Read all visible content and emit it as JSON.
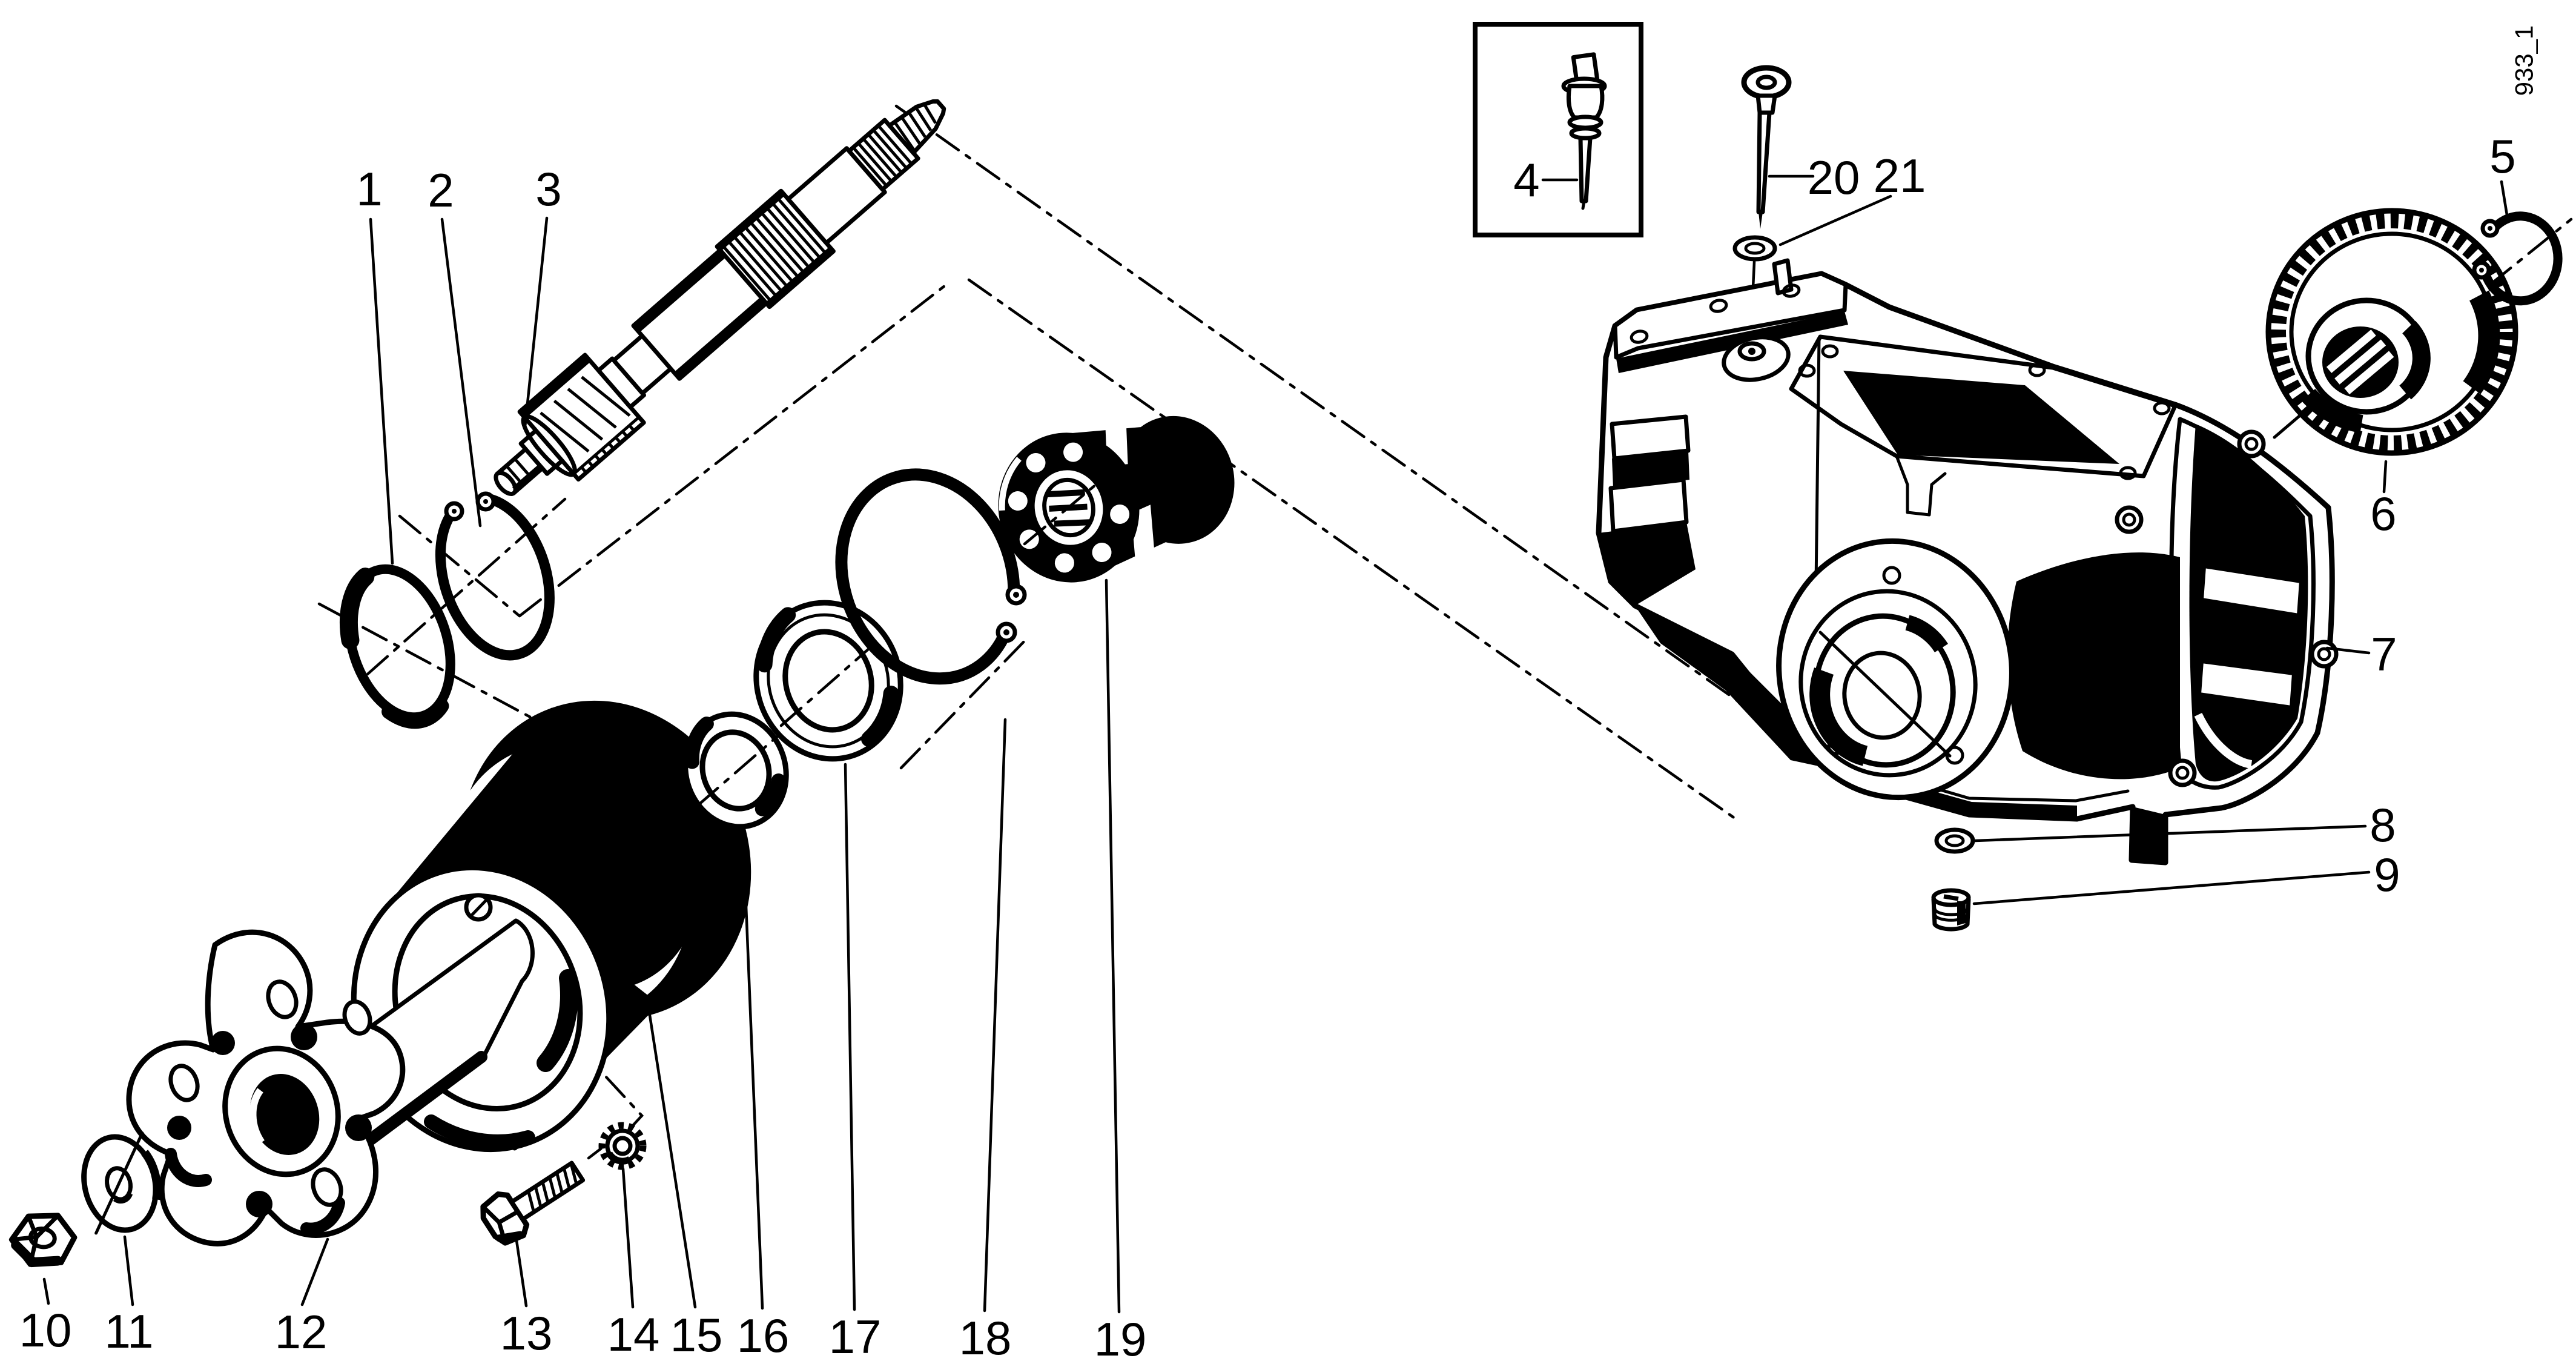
{
  "drawing": {
    "code": "933_1",
    "ink_color": "#000000",
    "paper_color": "#ffffff"
  },
  "callouts": {
    "c1": {
      "label": "1"
    },
    "c2": {
      "label": "2"
    },
    "c3": {
      "label": "3"
    },
    "c4": {
      "label": "4"
    },
    "c5": {
      "label": "5"
    },
    "c6": {
      "label": "6"
    },
    "c7": {
      "label": "7"
    },
    "c8": {
      "label": "8"
    },
    "c9": {
      "label": "9"
    },
    "c10": {
      "label": "10"
    },
    "c11": {
      "label": "11"
    },
    "c12": {
      "label": "12"
    },
    "c13": {
      "label": "13"
    },
    "c14": {
      "label": "14"
    },
    "c15": {
      "label": "15"
    },
    "c16": {
      "label": "16"
    },
    "c17": {
      "label": "17"
    },
    "c18": {
      "label": "18"
    },
    "c19": {
      "label": "19"
    },
    "c20": {
      "label": "20"
    },
    "c21": {
      "label": "21"
    }
  }
}
